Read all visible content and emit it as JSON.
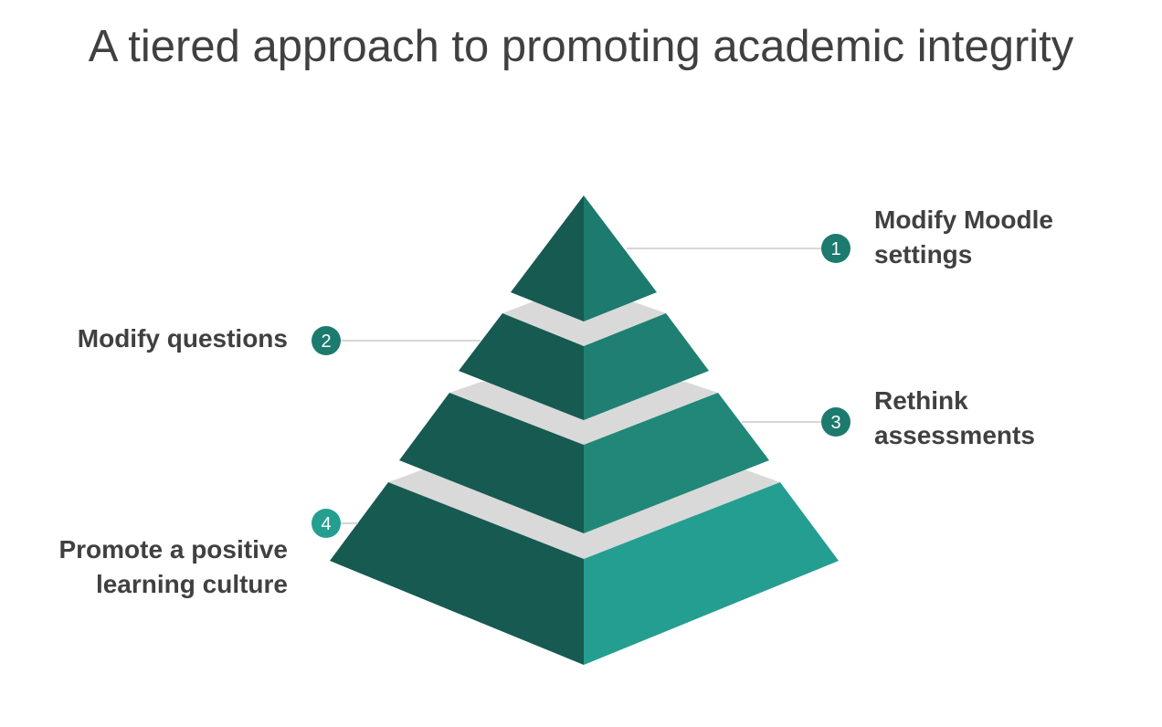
{
  "title": "A tiered approach to promoting academic integrity",
  "colors": {
    "left_face": "#165a52",
    "right_faces": [
      "#1c7a6e",
      "#1f7f72",
      "#218778",
      "#249e90"
    ],
    "band": "#d9d9d9",
    "connector": "#c8c8c8",
    "text": "#404040"
  },
  "tiers": [
    {
      "number": "1",
      "label_line1": "Modify Moodle",
      "label_line2": "settings"
    },
    {
      "number": "2",
      "label_line1": "Modify questions"
    },
    {
      "number": "3",
      "label_line1": "Rethink",
      "label_line2": "assessments"
    },
    {
      "number": "4",
      "label_line1": "Promote a positive",
      "label_line2": "learning culture"
    }
  ]
}
